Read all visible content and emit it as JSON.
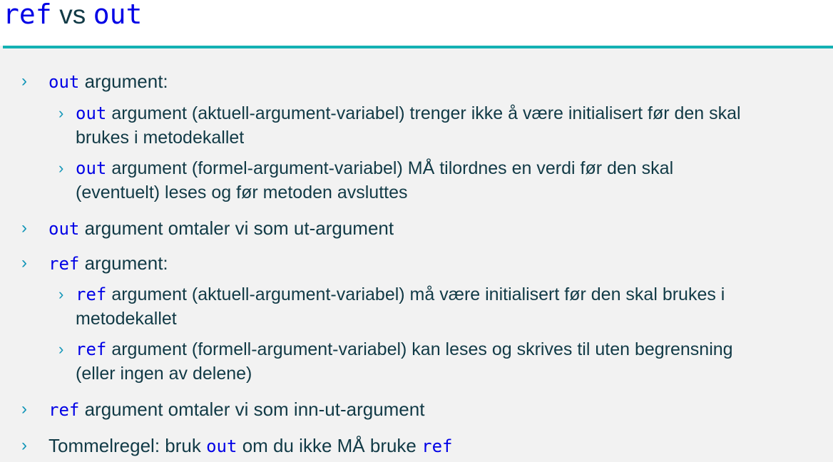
{
  "title": {
    "kw1": "ref",
    "vs": "vs",
    "kw2": "out"
  },
  "bullets": [
    {
      "kw": "out",
      "text": "argument:",
      "subs": [
        {
          "kw": "out",
          "line1": "argument (aktuell-argument-variabel) trenger ikke å være initialisert før den skal",
          "line2": "brukes i metodekallet"
        },
        {
          "kw": "out",
          "line1": "argument (formel-argument-variabel) MÅ tilordnes en verdi før den skal",
          "line2": "(eventuelt) leses og før metoden avsluttes"
        }
      ]
    },
    {
      "kw": "out",
      "text": "argument omtaler vi som ut-argument"
    },
    {
      "kw": "ref",
      "text": "argument:",
      "subs": [
        {
          "kw": "ref",
          "line1": "argument (aktuell-argument-variabel) må være initialisert før den skal brukes i",
          "line2": "metodekallet"
        },
        {
          "kw": "ref",
          "line1": "argument (formell-argument-variabel) kan leses og skrives til uten begrensning",
          "line2": "(eller ingen av delene)"
        }
      ]
    },
    {
      "kw": "ref",
      "text": "argument omtaler vi som inn-ut-argument"
    },
    {
      "text_a": "Tommelregel: bruk",
      "kw_a": "out",
      "text_b": "om du ikke MÅ bruke",
      "kw_b": "ref"
    }
  ],
  "bullet_glyph": "›",
  "colors": {
    "keyword": "#0000e6",
    "text": "#113a46",
    "accent_rule": "#14b1b3",
    "bullet": "#1396b8",
    "background": "#f2f2f2"
  }
}
